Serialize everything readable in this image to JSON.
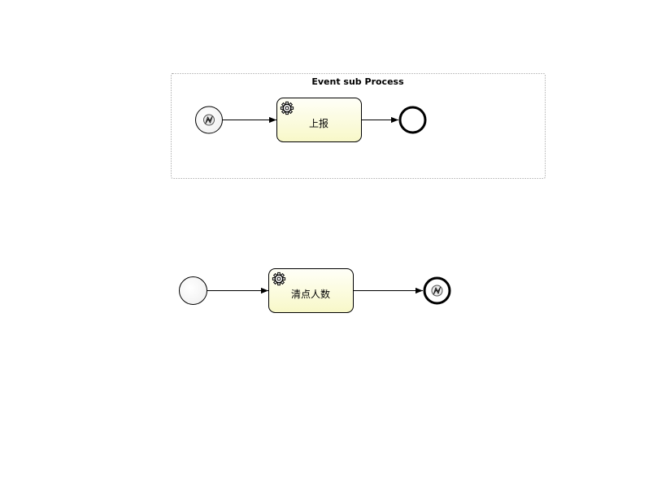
{
  "subprocess": {
    "title": "Event sub Process",
    "start_event": {
      "icon": "error-event-icon"
    },
    "task": {
      "label": "上报",
      "icon": "gear-icon"
    },
    "end_event": {
      "icon": "end-event-icon"
    }
  },
  "main_process": {
    "start_event": {
      "icon": "start-event-icon"
    },
    "task": {
      "label": "清点人数",
      "icon": "gear-icon"
    },
    "end_event": {
      "icon": "error-end-event-icon"
    }
  },
  "colors": {
    "task_fill_top": "#fffff8",
    "task_fill_bottom": "#fafad2",
    "border": "#000000",
    "subprocess_border": "#888888"
  }
}
